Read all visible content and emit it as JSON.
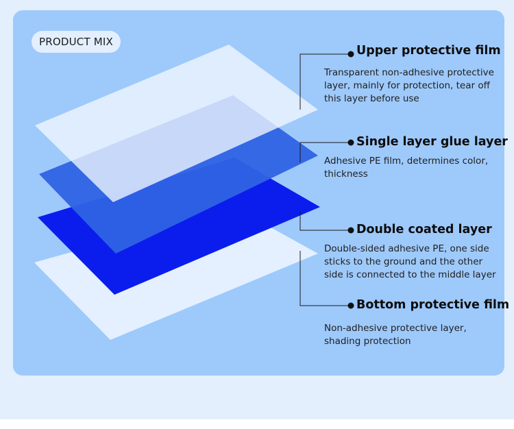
{
  "badge": "PRODUCT MIX",
  "layers": [
    {
      "title": "Upper protective film",
      "description": "Transparent non-adhesive protective layer, mainly for protection, tear off this layer before use"
    },
    {
      "title": "Single layer glue layer",
      "description": "Adhesive PE film, determines color, thickness"
    },
    {
      "title": "Double coated layer",
      "description": "Double-sided adhesive PE, one side sticks to the ground and the other side is connected to the middle layer"
    },
    {
      "title": "Bottom protective film",
      "description": "Non-adhesive protective layer, shading protection"
    }
  ],
  "colors": {
    "background": "#e3effd",
    "card": "#9ec9fb",
    "film_clear": "#eef5ff",
    "film_blue": "#2f63e4",
    "film_deep_blue": "#0b1ded"
  }
}
